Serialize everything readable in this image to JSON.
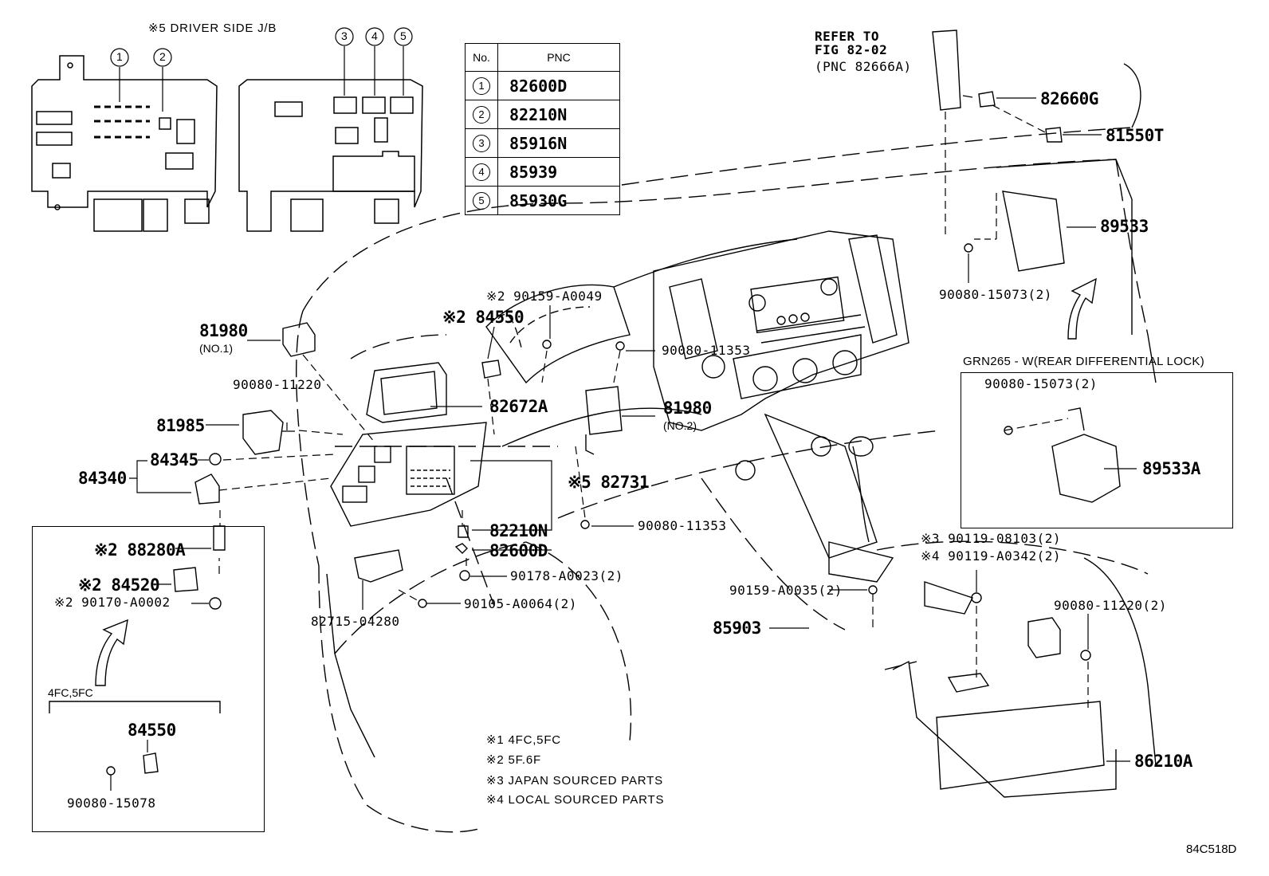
{
  "diagram_code": "84C518D",
  "jb_title": "※5 DRIVER SIDE J/B",
  "jb_callouts": [
    "1",
    "2",
    "3",
    "4",
    "5"
  ],
  "table": {
    "headers": [
      "No.",
      "PNC"
    ],
    "rows": [
      {
        "no": "1",
        "pnc": "82600D"
      },
      {
        "no": "2",
        "pnc": "82210N"
      },
      {
        "no": "3",
        "pnc": "85916N"
      },
      {
        "no": "4",
        "pnc": "85939"
      },
      {
        "no": "5",
        "pnc": "85930G"
      }
    ]
  },
  "refer": {
    "line1": "REFER TO",
    "line2": "FIG 82-02",
    "line3": "(PNC 82666A)"
  },
  "grn_title": "GRN265 - W(REAR DIFFERENTIAL LOCK)",
  "inset_4fc": "4FC,5FC",
  "notes": [
    "※1 4FC,5FC",
    "※2 5F.6F",
    "※3 JAPAN SOURCED PARTS",
    "※4 LOCAL SOURCED PARTS"
  ],
  "labels": {
    "p82660G": "82660G",
    "p81550T": "81550T",
    "p89533": "89533",
    "p90080_15073_main": "90080-15073(2)",
    "p90159_A0049": "※2 90159-A0049",
    "p84550_main": "※2 84550",
    "p90080_11353_a": "90080-11353",
    "p81980_no1": "81980",
    "no1": "(NO.1)",
    "p90080_11220_a": "90080-11220",
    "p82672A": "82672A",
    "p81980_no2": "81980",
    "no2": "(NO.2)",
    "p81985": "81985",
    "p84345": "84345",
    "p84340": "84340",
    "p82731": "※5 82731",
    "p90080_11353_b": "90080-11353",
    "p82210N": "82210N",
    "p82600D": "82600D",
    "p90178": "90178-A0023(2)",
    "p90105": "90105-A0064(2)",
    "p82715": "82715-04280",
    "p88280A": "※2 88280A",
    "p84520": "※2 84520",
    "p90170": "※2 90170-A0002",
    "p84550_inset": "84550",
    "p90080_15078": "90080-15078",
    "p90080_15073_grn": "90080-15073(2)",
    "p89533A": "89533A",
    "p90119_08103": "※3 90119-08103(2)",
    "p90119_A0342": "※4 90119-A0342(2)",
    "p90159_A0035": "90159-A0035(2)",
    "p85903": "85903",
    "p90080_11220_b": "90080-11220(2)",
    "p86210A": "86210A"
  }
}
